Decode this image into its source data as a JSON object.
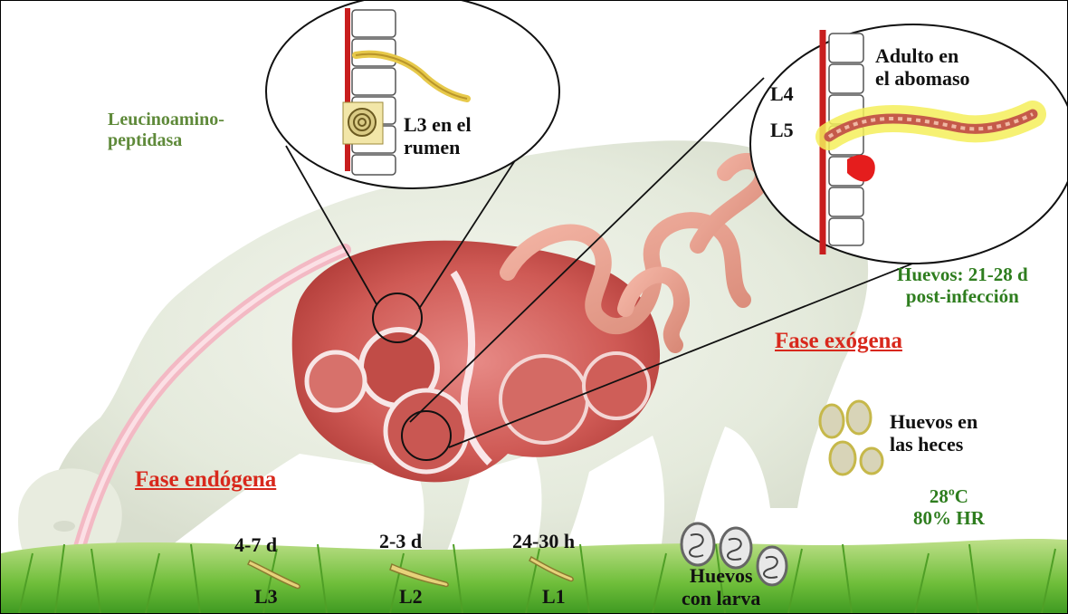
{
  "labels": {
    "leucino_line1": "Leucinoamino-",
    "leucino_line2": "peptidasa",
    "l3_rumen_line1": "L3 en el",
    "l3_rumen_line2": "rumen",
    "l4": "L4",
    "l5": "L5",
    "adulto_line1": "Adulto en",
    "adulto_line2": "el abomaso",
    "huevos_postinf_line1": "Huevos: 21-28 d",
    "huevos_postinf_line2": "post-infección",
    "fase_exogena": "Fase exógena",
    "fase_endogena": "Fase endógena",
    "huevos_heces_line1": "Huevos en",
    "huevos_heces_line2": "las heces",
    "temp": "28ºC",
    "hr": "80% HR",
    "time_l3": "4-7 d",
    "stage_l3": "L3",
    "time_l2": "2-3 d",
    "stage_l2": "L2",
    "time_l1": "24-30 h",
    "stage_l1": "L1",
    "huevos_larva_line1": "Huevos",
    "huevos_larva_line2": "con larva"
  },
  "colors": {
    "black_text": "#111111",
    "green_text": "#2e7d1e",
    "olive_text": "#5f8a3a",
    "red_text": "#d8281c"
  }
}
